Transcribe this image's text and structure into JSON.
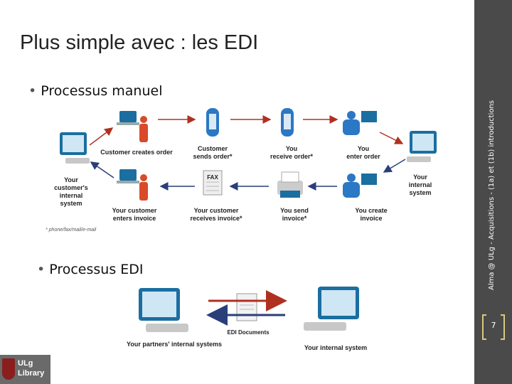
{
  "slide": {
    "title": "Plus simple avec : les EDI",
    "bullets": [
      "Processus manuel",
      "Processus EDI"
    ],
    "side_text": "Alma @ ULg - Acquisitions - (1a) et (1b) introductions",
    "page_number": "7"
  },
  "diagram_manual": {
    "your_customer_system": "Your\ncustomer's\ninternal\nsystem",
    "customer_creates_order": "Customer creates order",
    "customer_sends_order": "Customer\nsends order*",
    "you_receive_order": "You\nreceive order*",
    "you_enter_order": "You\nenter order",
    "your_internal_system": "Your\ninternal\nsystem",
    "your_customer_enters_invoice": "Your customer\nenters invoice",
    "your_customer_receives_invoice": "Your customer\nreceives invoice*",
    "you_send_invoice": "You send\ninvoice*",
    "you_create_invoice": "You create\ninvoice",
    "fax_label": "FAX",
    "footnote": "* phone/fax/mail/e-mail"
  },
  "diagram_edi": {
    "edi_documents": "EDI Documents",
    "partners_systems": "Your partners' internal systems",
    "your_internal_system": "Your internal system"
  },
  "logo": {
    "line1": "ULg",
    "line2": "Library"
  },
  "colors": {
    "sidebar": "#4a4a4a",
    "arrow_red": "#b03020",
    "arrow_blue": "#2a3f7a",
    "monitor": "#1b6ea0",
    "phone": "#2b78c4"
  }
}
